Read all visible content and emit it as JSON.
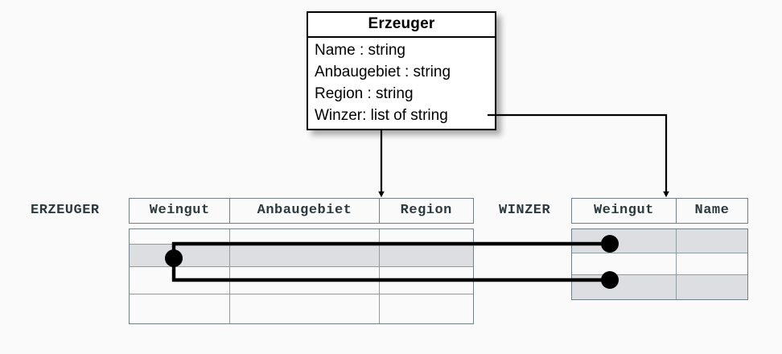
{
  "diagram": {
    "title_hidden": "",
    "uml_class": {
      "name": "Erzeuger",
      "attributes": [
        "Name : string",
        "Anbaugebiet : string",
        "Region : string",
        "Winzer: list of string"
      ]
    },
    "tables": [
      {
        "label": "ERZEUGER",
        "columns": [
          "Weingut",
          "Anbaugebiet",
          "Region"
        ],
        "row_count": 4,
        "shaded_rows": [
          2
        ],
        "rows": [
          [
            "",
            "",
            ""
          ],
          [
            "",
            "",
            ""
          ],
          [
            "",
            "",
            ""
          ],
          [
            "",
            "",
            ""
          ]
        ]
      },
      {
        "label": "WINZER",
        "columns": [
          "Weingut",
          "Name"
        ],
        "row_count": 3,
        "shaded_rows": [
          1,
          3
        ],
        "rows": [
          [
            "",
            ""
          ],
          [
            "",
            ""
          ],
          [
            "",
            ""
          ]
        ]
      }
    ],
    "connectors": [
      {
        "name": "erzeuger-mapping-arrow",
        "from": "uml-class-bottom",
        "to": "erzeuger-table-header"
      },
      {
        "name": "winzer-mapping-arrow",
        "from": "uml-attribute-winzer",
        "to": "winzer-table-header"
      },
      {
        "name": "erzeuger-row-to-winzer-rows",
        "from": "erzeuger-row-2",
        "to": "winzer-row-1-and-row-3"
      }
    ],
    "colors": {
      "background": "#fafafa",
      "uml_border": "#000000",
      "uml_fill": "#ffffff",
      "table_border": "#6f8086",
      "row_shade": "#dcdee2",
      "label_text": "#2b3a40",
      "connector": "#000000"
    }
  }
}
